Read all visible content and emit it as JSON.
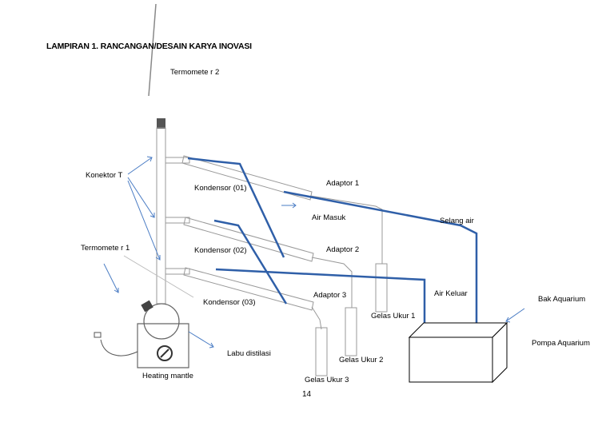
{
  "title": "LAMPIRAN 1. RANCANGAN/DESAIN KARYA INOVASI",
  "page_number": "14",
  "labels": {
    "termometer2": "Termomete r 2",
    "termometer1": "Termomete r 1",
    "konektor_t": "Konektor T",
    "kondensor1": "Kondensor (01)",
    "kondensor2": "Kondensor (02)",
    "kondensor3": "Kondensor (03)",
    "adaptor1": "Adaptor 1",
    "adaptor2": "Adaptor 2",
    "adaptor3": "Adaptor 3",
    "air_masuk": "Air Masuk",
    "air_keluar": "Air Keluar",
    "selang_air": "Selang air",
    "labu_distilasi": "Labu distilasi",
    "heating_mantle": "Heating mantle",
    "gelas_ukur1": "Gelas Ukur 1",
    "gelas_ukur2": "Gelas Ukur 2",
    "gelas_ukur3": "Gelas Ukur 3",
    "bak_aquarium": "Bak Aquarium",
    "pompa_aquarium": "Pompa Aquarium"
  },
  "colors": {
    "water_hose": "#2f5fa8",
    "glass": "#9a9a9a",
    "arrow": "#4a7cc4",
    "tank": "#000000"
  }
}
